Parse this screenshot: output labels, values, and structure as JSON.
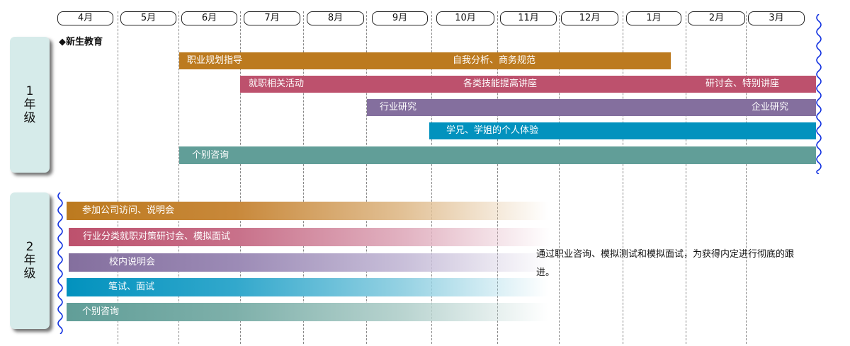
{
  "months": [
    "4月",
    "5月",
    "6月",
    "7月",
    "8月",
    "9月",
    "10月",
    "11月",
    "12月",
    "1月",
    "2月",
    "3月"
  ],
  "grade1": {
    "label": "1年级",
    "event_marker": "◆新生教育",
    "bars": [
      {
        "name": "career-guidance",
        "color": "#bc7a1f",
        "labels": [
          "职业规划指导",
          "自我分析、商务规范"
        ]
      },
      {
        "name": "job-activities",
        "color": "#bd516d",
        "labels": [
          "就职相关活动",
          "各类技能提高讲座",
          "研讨会、特别讲座"
        ]
      },
      {
        "name": "industry-research",
        "color": "#846f9e",
        "labels": [
          "行业研究",
          "企业研究"
        ]
      },
      {
        "name": "senior-experience",
        "color": "#0292be",
        "labels": [
          "学兄、学姐的个人体验"
        ]
      },
      {
        "name": "individual-consult",
        "color": "#619e98",
        "labels": [
          "个别咨询"
        ]
      }
    ]
  },
  "grade2": {
    "label": "2年级",
    "bars": [
      {
        "name": "company-visits",
        "color": "#bc7a1f",
        "label": "参加公司访问、说明会"
      },
      {
        "name": "industry-seminar",
        "color": "#bd516d",
        "label": "行业分类就职对策研讨会、模拟面试"
      },
      {
        "name": "campus-briefing",
        "color": "#846f9e",
        "label": "校内说明会"
      },
      {
        "name": "written-interview",
        "color": "#0292be",
        "label": "笔试、面试"
      },
      {
        "name": "individual-consult",
        "color": "#619e98",
        "label": "个别咨询"
      }
    ],
    "note": "通过职业咨询、模拟测试和模拟面试，为获得内定进行彻底的跟进。"
  }
}
